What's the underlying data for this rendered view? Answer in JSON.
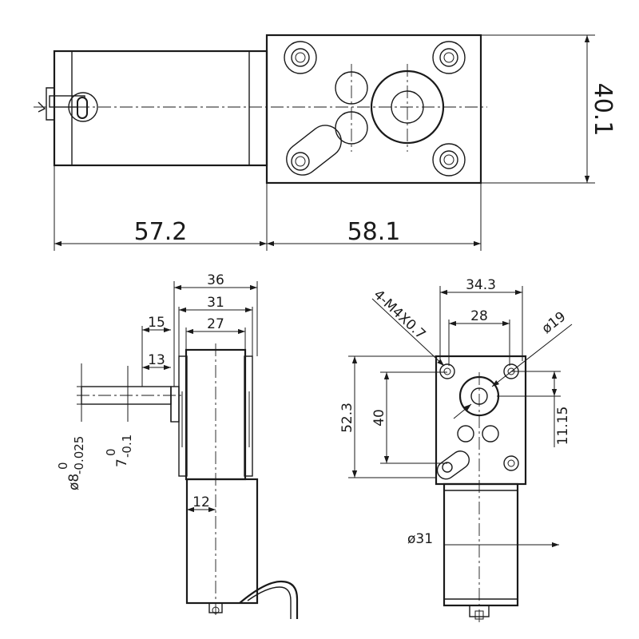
{
  "top_view": {
    "dim_motor_length": "57.2",
    "dim_gearbox_length": "58.1",
    "dim_height": "40.1"
  },
  "side_view": {
    "dim_total_width": "36",
    "dim_width_31": "31",
    "dim_width_27": "27",
    "dim_shaft_15": "15",
    "dim_shaft_13": "13",
    "dim_shaft_dia_main": "ø8",
    "dim_shaft_dia_tol_upper": "0",
    "dim_shaft_dia_tol_lower": "-0.025",
    "dim_flat_main": "7",
    "dim_flat_tol_upper": "0",
    "dim_flat_tol_lower": "-0.1",
    "dim_12": "12"
  },
  "front_view": {
    "dim_width_343": "34.3",
    "dim_holes_28": "28",
    "dim_bore_19": "ø19",
    "dim_screws": "4-M4X0.7",
    "dim_height_523": "52.3",
    "dim_holes_40": "40",
    "dim_offset_1115": "11.15",
    "dim_motor_dia": "ø31"
  },
  "palette": {
    "ink": "#1a1a1a",
    "paper": "#ffffff"
  }
}
